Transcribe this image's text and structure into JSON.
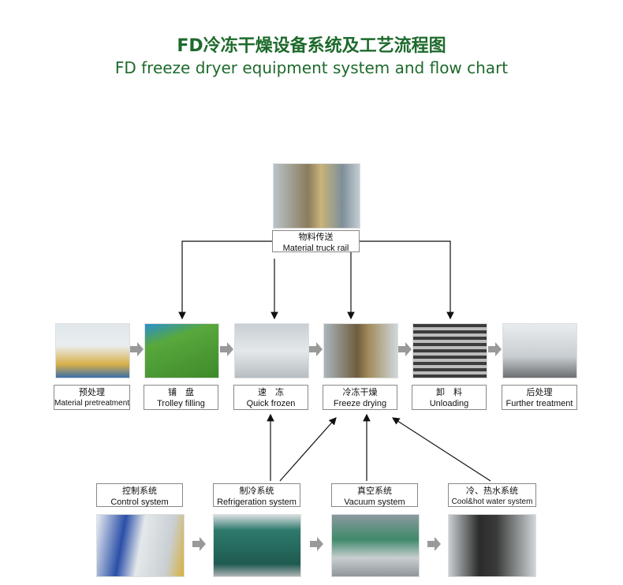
{
  "title_cn": "FD冷冻干燥设备系统及工艺流程图",
  "title_en": "FD freeze dryer equipment system and flow chart",
  "top": {
    "cn": "物料传送",
    "en": "Material truck rail"
  },
  "process": [
    {
      "cn": "预处理",
      "en": "Material pretreatment"
    },
    {
      "cn": "铺　盘",
      "en": "Trolley filling"
    },
    {
      "cn": "速　冻",
      "en": "Quick frozen"
    },
    {
      "cn": "冷冻干燥",
      "en": "Freeze drying"
    },
    {
      "cn": "卸　料",
      "en": "Unloading"
    },
    {
      "cn": "后处理",
      "en": "Further treatment"
    }
  ],
  "systems": [
    {
      "cn": "控制系统",
      "en": "Control system"
    },
    {
      "cn": "制冷系统",
      "en": "Refrigeration system"
    },
    {
      "cn": "真空系统",
      "en": "Vacuum system"
    },
    {
      "cn": "冷、热水系统",
      "en": "Cool&hot water system"
    }
  ],
  "colors": {
    "title": "#1e6a2c",
    "arrow_gray": "#999999"
  }
}
